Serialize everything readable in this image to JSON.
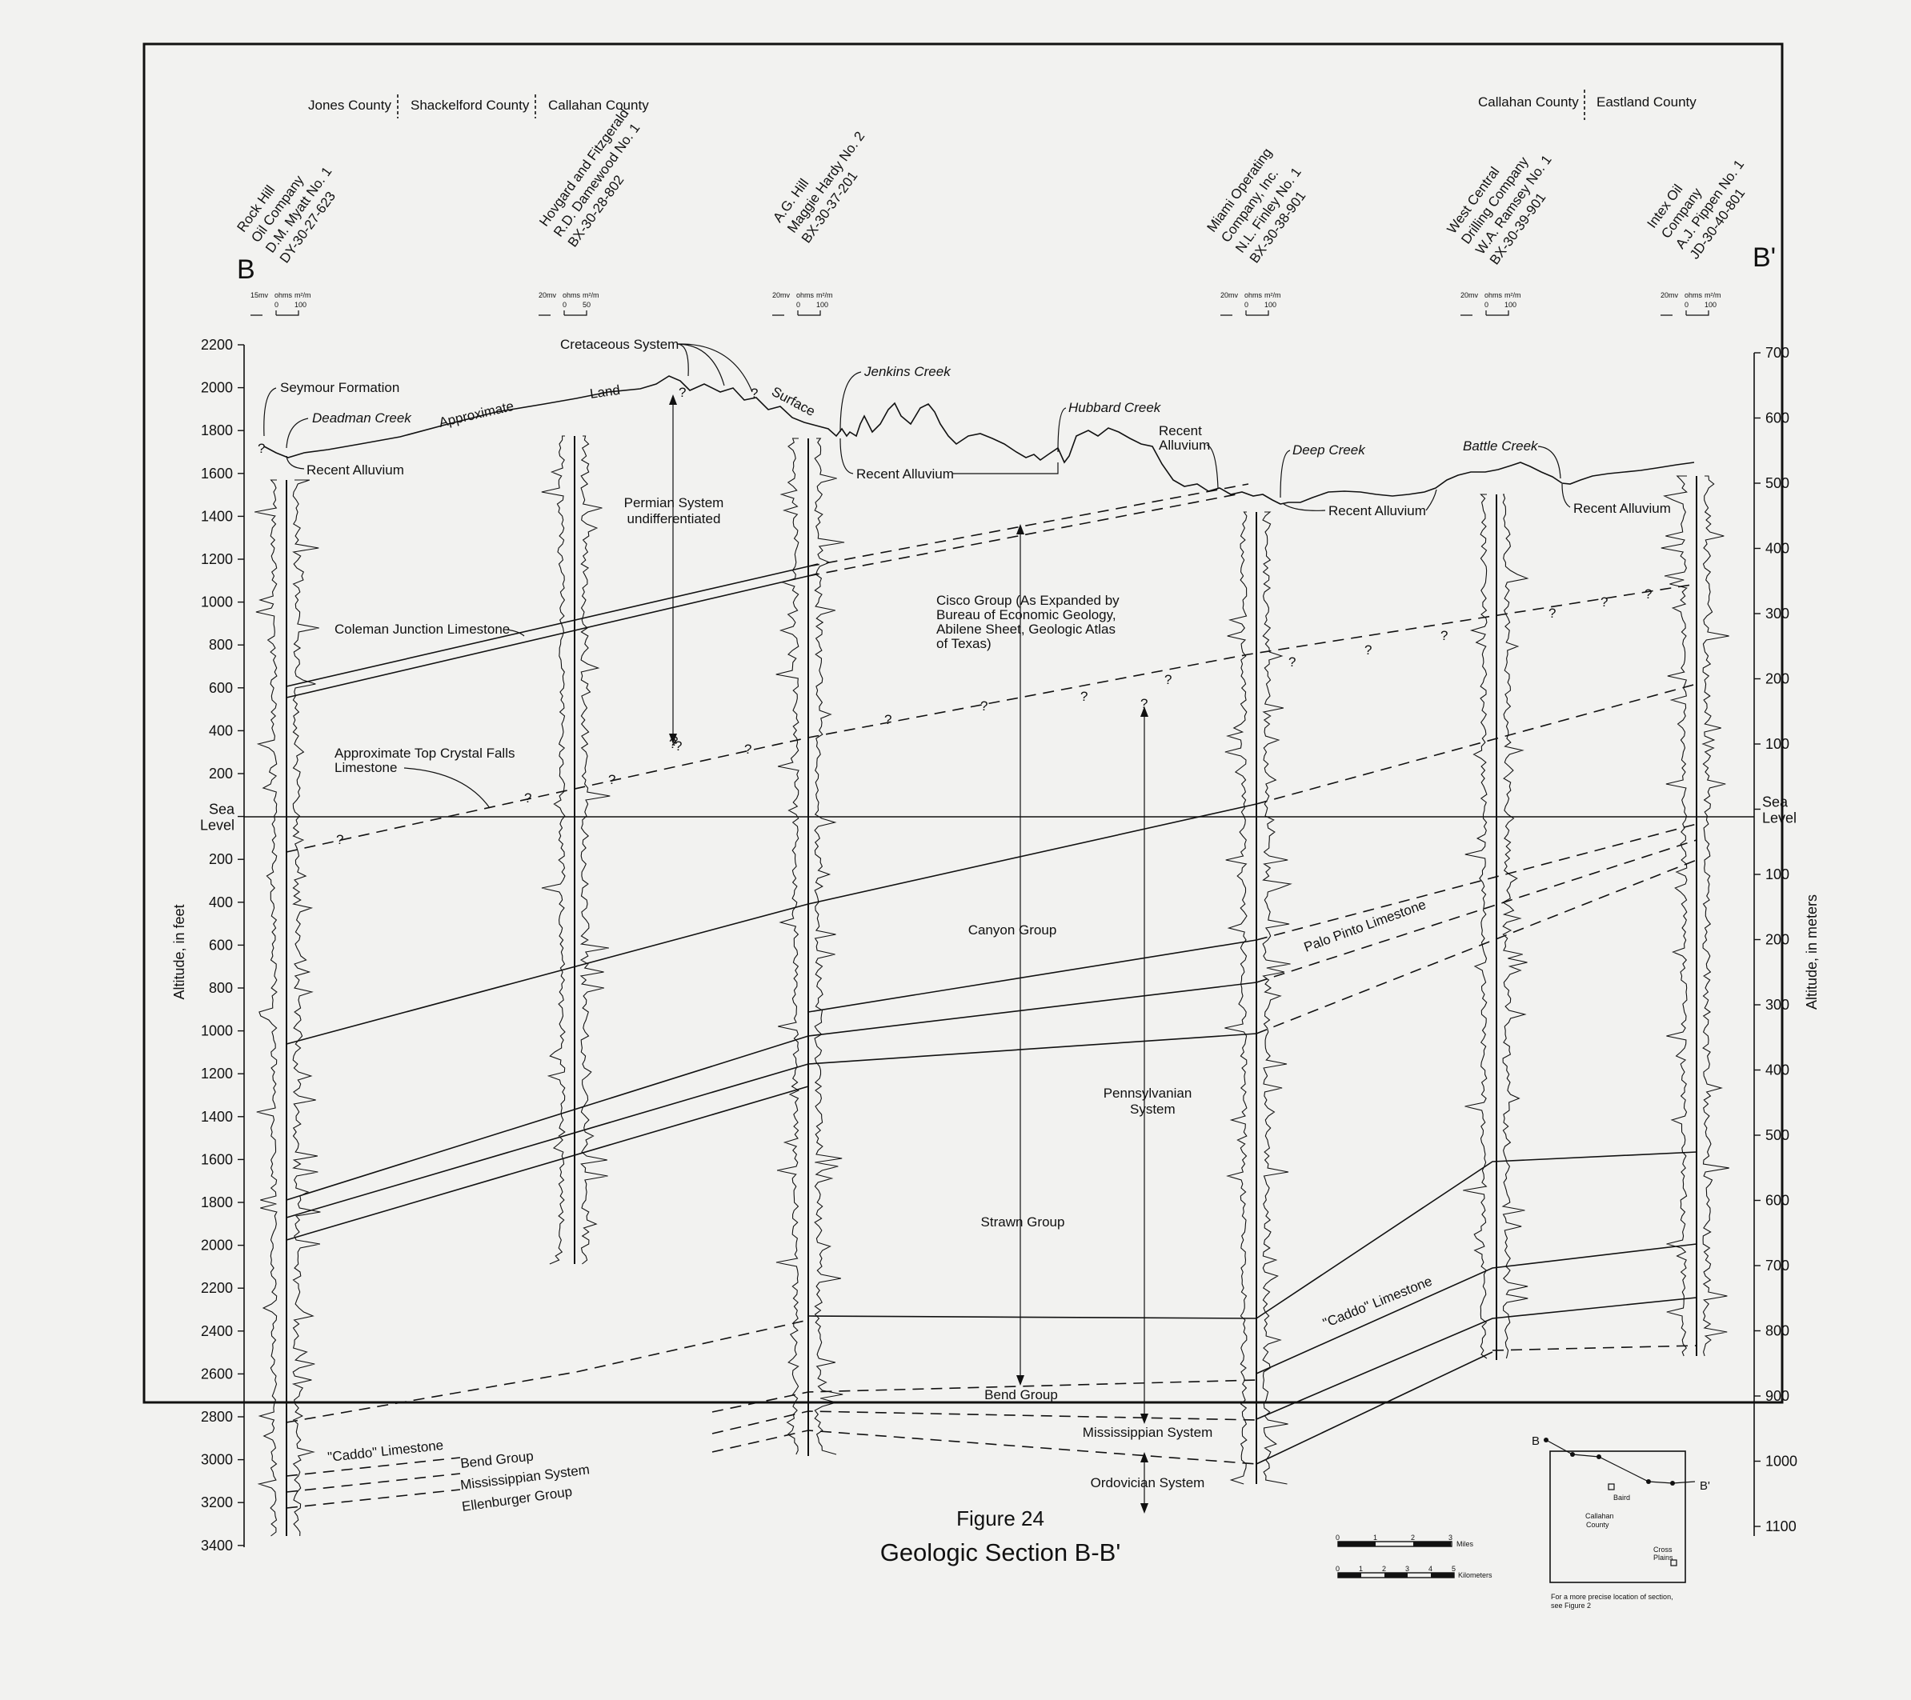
{
  "section": {
    "left_letter": "B",
    "right_letter": "B'",
    "figure_number": "Figure 24",
    "figure_title": "Geologic Section B-B'"
  },
  "counties": {
    "left": [
      "Jones County",
      "Shackelford County",
      "Callahan County"
    ],
    "right": [
      "Callahan County",
      "Eastland County"
    ]
  },
  "wells": [
    {
      "lines": [
        "Rock Hill",
        "Oil Company",
        "D.M. Myatt No. 1",
        "DY-30-27-623"
      ],
      "scale": {
        "mv": "15mv",
        "units": "ohms",
        "m2": "m²/m",
        "v0": "0",
        "v1": "100"
      }
    },
    {
      "lines": [
        "Hovgard and Fitzgerald",
        "R.D. Damewood No. 1",
        "BX-30-28-802"
      ],
      "scale": {
        "mv": "20mv",
        "units": "ohms",
        "m2": "m²/m",
        "v0": "0",
        "v1": "50"
      }
    },
    {
      "lines": [
        "A.G. Hill",
        "Maggie Hardy No. 2",
        "BX-30-37-201"
      ],
      "scale": {
        "mv": "20mv",
        "units": "ohms",
        "m2": "m²/m",
        "v0": "0",
        "v1": "100"
      }
    },
    {
      "lines": [
        "Miami Operating",
        "Company, Inc.",
        "N.L. Finley No. 1",
        "BX-30-38-901"
      ],
      "scale": {
        "mv": "20mv",
        "units": "ohms",
        "m2": "m²/m",
        "v0": "0",
        "v1": "100"
      }
    },
    {
      "lines": [
        "West Central",
        "Drilling Company",
        "W.A. Ramsey No. 1",
        "BX-30-39-901"
      ],
      "scale": {
        "mv": "20mv",
        "units": "ohms",
        "m2": "m²/m",
        "v0": "0",
        "v1": "100"
      }
    },
    {
      "lines": [
        "Intex Oil",
        "Company",
        "A.J. Pippen No. 1",
        "JD-30-40-801"
      ],
      "scale": {
        "mv": "20mv",
        "units": "ohms",
        "m2": "m²/m",
        "v0": "0",
        "v1": "100"
      }
    }
  ],
  "axes": {
    "left_label": "Altitude, in feet",
    "right_label": "Altitude, in meters",
    "left_ticks": [
      "2200",
      "2000",
      "1800",
      "1600",
      "1400",
      "1200",
      "1000",
      "800",
      "600",
      "400",
      "200",
      "Sea Level",
      "200",
      "400",
      "600",
      "800",
      "1000",
      "1200",
      "1400",
      "1600",
      "1800",
      "2000",
      "2200",
      "2400",
      "2600",
      "2800",
      "3000",
      "3200",
      "3400"
    ],
    "right_ticks": [
      "700",
      "600",
      "500",
      "400",
      "300",
      "200",
      "100",
      "Sea Level",
      "100",
      "200",
      "300",
      "400",
      "500",
      "600",
      "700",
      "800",
      "900",
      "1000",
      "1100"
    ]
  },
  "labels": {
    "seymour": "Seymour Formation",
    "deadman": "Deadman Creek",
    "recent_alluvium": "Recent Alluvium",
    "approximate": "Approximate",
    "land": "Land",
    "surface": "Surface",
    "cretaceous": "Cretaceous System",
    "jenkins": "Jenkins Creek",
    "hubbard": "Hubbard Creek",
    "recent": "Recent",
    "alluvium": "Alluvium",
    "deep": "Deep Creek",
    "battle": "Battle Creek",
    "permian_1": "Permian System",
    "permian_2": "undifferentiated",
    "cisco_1": "Cisco Group (As Expanded by",
    "cisco_2": "Bureau of Economic Geology,",
    "cisco_3": "Abilene Sheet, Geologic Atlas",
    "cisco_4": "of Texas)",
    "coleman": "Coleman Junction Limestone",
    "crystal_1": "Approximate Top Crystal Falls",
    "crystal_2": "Limestone",
    "canyon": "Canyon Group",
    "palo_pinto": "Palo Pinto Limestone",
    "pennsylvanian_1": "Pennsylvanian",
    "pennsylvanian_2": "System",
    "strawn": "Strawn Group",
    "caddo_right": "\"Caddo\" Limestone",
    "caddo_left": "\"Caddo\" Limestone",
    "bend_center": "Bend Group",
    "mississippian_center": "Mississippian System",
    "ordovician": "Ordovician System",
    "bend_left": "Bend Group",
    "mississippian_left": "Mississippian System",
    "ellenburger": "Ellenburger Group",
    "question": "?"
  },
  "scalebar": {
    "miles_ticks": [
      "0",
      "1",
      "2",
      "3"
    ],
    "miles_unit": "Miles",
    "km_ticks": [
      "0",
      "1",
      "2",
      "3",
      "4",
      "5"
    ],
    "km_unit": "Kilometers"
  },
  "inset": {
    "b": "B",
    "bprime": "B'",
    "baird": "Baird",
    "county_1": "Callahan",
    "county_2": "County",
    "cross_1": "Cross",
    "cross_2": "Plains",
    "note_1": "For a more precise location of section,",
    "note_2": "see Figure 2"
  }
}
